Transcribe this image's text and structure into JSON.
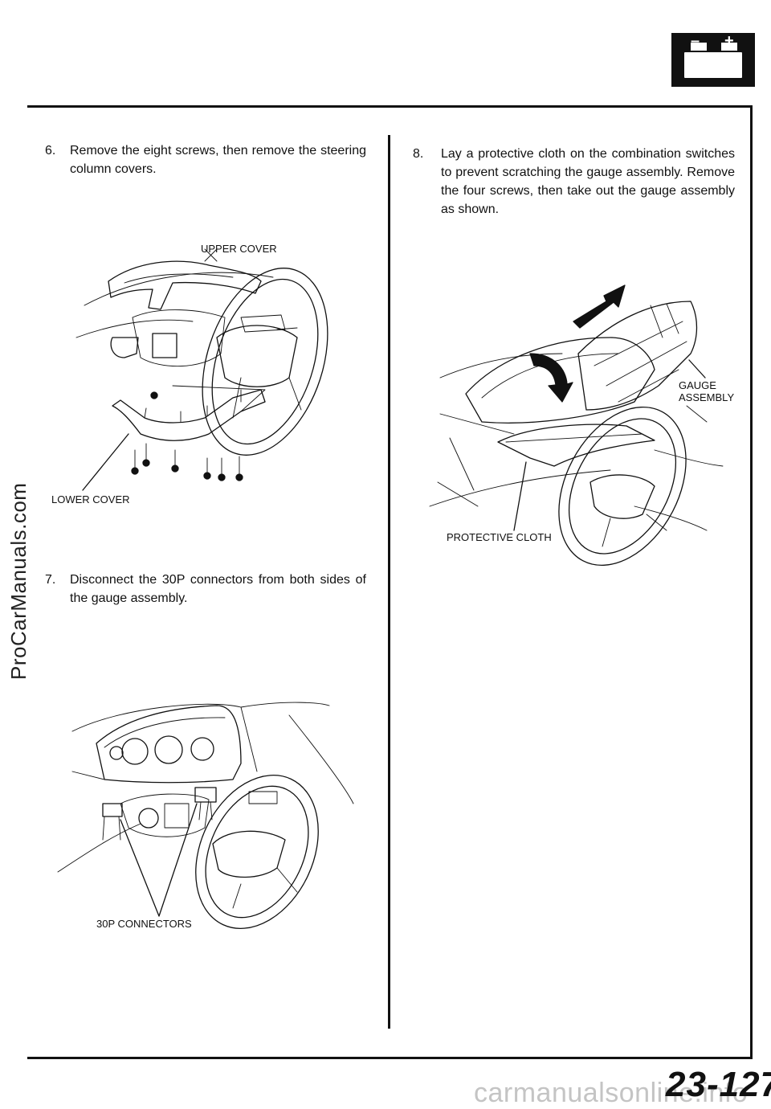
{
  "steps": {
    "step6": {
      "number": "6.",
      "text": "Remove the eight screws, then remove the steering column covers."
    },
    "step7": {
      "number": "7.",
      "text": "Disconnect the 30P connectors from both sides of the gauge assembly."
    },
    "step8": {
      "number": "8.",
      "text": "Lay a protective cloth on the combination switches to prevent scratching the gauge assembly. Remove the four screws, then take out the gauge assembly as shown."
    }
  },
  "labels": {
    "upper_cover": "UPPER COVER",
    "lower_cover": "LOWER COVER",
    "connectors": "30P CONNECTORS",
    "gauge_assembly": "GAUGE ASSEMBLY",
    "protective_cloth": "PROTECTIVE CLOTH"
  },
  "icons": {
    "battery": "battery-icon"
  },
  "battery": {
    "minus": "–",
    "plus": "+"
  },
  "page_number": "23-127",
  "watermarks": {
    "left": "ProCarManuals.com",
    "bottom": "carmanualsonline.info"
  }
}
